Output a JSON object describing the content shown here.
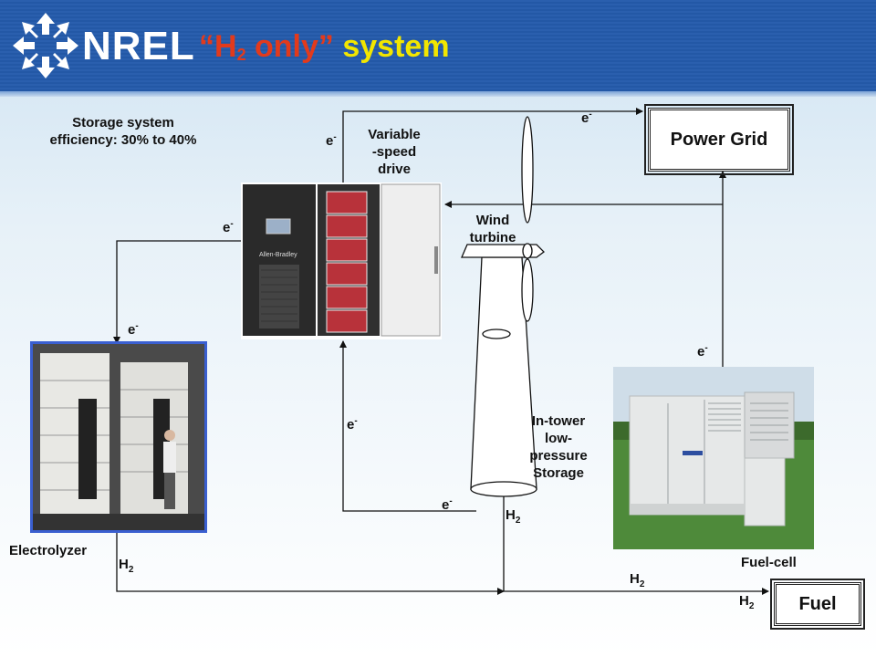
{
  "header": {
    "logo_text": "NREL",
    "title_part1": "“H",
    "title_sub": "2",
    "title_part2": " only”",
    "title_part3": " system"
  },
  "labels": {
    "storage_efficiency": "Storage system\nefficiency: 30% to 40%",
    "variable_speed_drive": "Variable\n-speed\ndrive",
    "wind_turbine": "Wind\nturbine",
    "in_tower_storage": "In-tower\nlow-\npressure\nStorage",
    "electrolyzer": "Electrolyzer",
    "fuel_cell": "Fuel-cell",
    "power_grid": "Power Grid",
    "fuel": "Fuel",
    "drive_brand": "Allen-Bradley"
  },
  "flow_labels": {
    "electron": "e",
    "electron_sup": "-",
    "hydrogen": "H",
    "hydrogen_sub": "2"
  },
  "colors": {
    "header_blue": "#2a5fae",
    "title_red": "#e23a1c",
    "title_yellow": "#f2e600",
    "electrolyzer_border": "#3a5fd0"
  }
}
